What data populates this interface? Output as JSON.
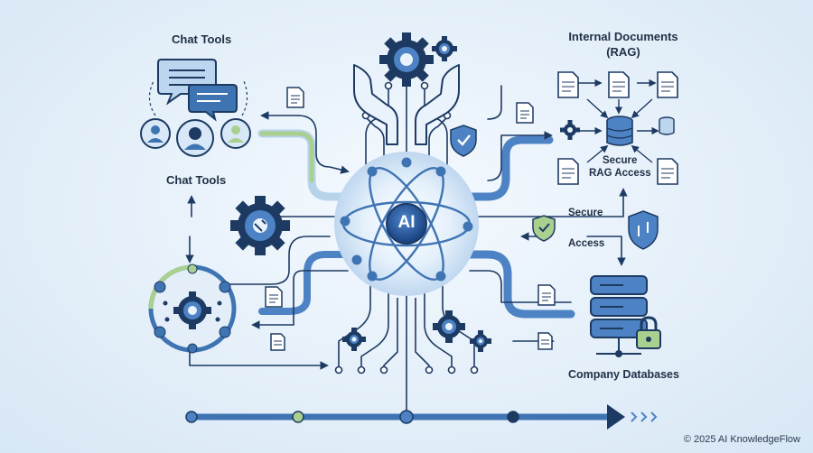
{
  "labels": {
    "chat_tools_top": "Chat Tools",
    "chat_tools_mid": "Chat Tools",
    "internal_docs_line1": "Internal Documents",
    "internal_docs_line2": "(RAG)",
    "secure_rag_line1": "Secure",
    "secure_rag_line2": "RAG Access",
    "secure": "Secure",
    "access": "Access",
    "company_db": "Company Databases",
    "ai_core": "AI"
  },
  "footer": {
    "copyright": "© 2025 AI KnowledgeFlow"
  },
  "colors": {
    "dark_navy": "#1d3a63",
    "mid_blue": "#3f74b3",
    "light_blue": "#8fb6e0",
    "green_accent": "#a9d08e",
    "ai_badge": "#1f4f94"
  }
}
